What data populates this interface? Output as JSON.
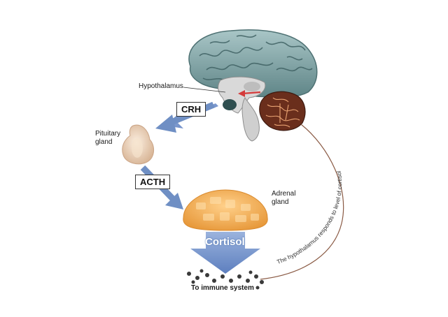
{
  "labels": {
    "hypothalamus": "Hypothalamus",
    "crh": "CRH",
    "pituitary_line1": "Pituitary",
    "pituitary_line2": "gland",
    "acth": "ACTH",
    "adrenal_line1": "Adrenal",
    "adrenal_line2": "gland",
    "cortisol": "Cortisol",
    "to_immune": "To immune system",
    "feedback": "The hypothalamus responds to level of cortisol"
  },
  "colors": {
    "brain": "#7fa6a8",
    "arrow": "#6f8fc4",
    "adrenal": "#f0a94a",
    "pituitary": "#eed3b8",
    "cerebellum": "#6a2e1c",
    "feedback_line": "#8a5a44"
  }
}
